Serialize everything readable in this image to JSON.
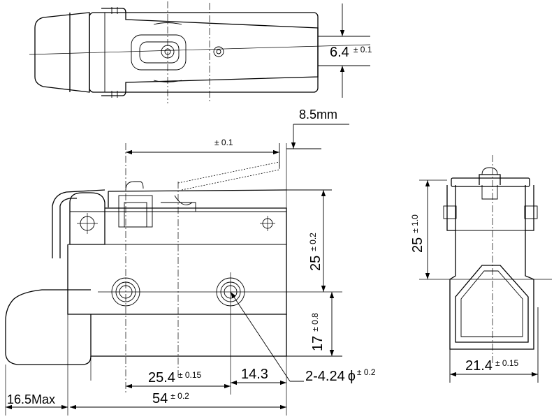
{
  "dimensions": {
    "top_thickness": {
      "value": "6.4",
      "tol": "± 0.1"
    },
    "lever_length": {
      "value": "",
      "tol": "± 0.1"
    },
    "actuator_offset": {
      "value": "8.5mm"
    },
    "height_top": {
      "value": "25",
      "tol": "± 0.2"
    },
    "height_bottom": {
      "value": "17",
      "tol": "± 0.8"
    },
    "hole_pitch": {
      "value": "25.4",
      "tol": "± 0.15"
    },
    "hole_edge": {
      "value": "14.3"
    },
    "hole_spec": {
      "value": "2-4.24",
      "phi": "ϕ",
      "tol": "± 0.2"
    },
    "plunger_max": {
      "value": "16.5Max"
    },
    "body_length": {
      "value": "54",
      "tol": "± 0.2"
    },
    "side_height": {
      "value": "25",
      "tol": "± 1.0"
    },
    "side_width": {
      "value": "21.4",
      "tol": "± 0.15"
    }
  }
}
